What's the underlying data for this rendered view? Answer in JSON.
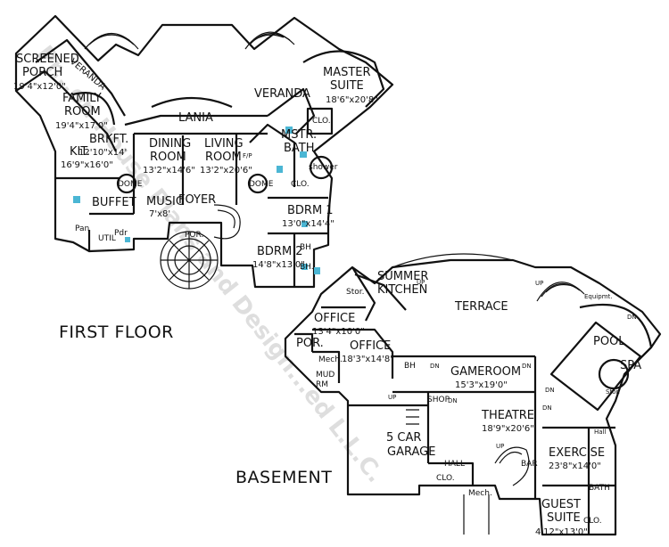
{
  "watermark": "Pr...on House Plans and Design...ed L.L.C.",
  "headings": {
    "first_floor": "FIRST FLOOR",
    "basement": "BASEMENT"
  },
  "first_floor": {
    "screened_porch": {
      "name_line1": "SCREENED",
      "name_line2": "PORCH",
      "dims": "19'4\"x12'0\""
    },
    "veranda_left": "VERANDA",
    "veranda_right": "VERANDA",
    "family_room": {
      "name_line1": "FAMILY",
      "name_line2": "ROOM",
      "dims": "19'4\"x17'0\""
    },
    "lania": "LANIA",
    "master_suite": {
      "name_line1": "MASTER",
      "name_line2": "SUITE",
      "dims": "18'6\"x20'8\""
    },
    "closet_master": "CLO.",
    "brkft": {
      "name": "BRKFT.",
      "dims": "12'10\"x14'"
    },
    "dining_room": {
      "name_line1": "DINING",
      "name_line2": "ROOM",
      "dims": "13'2\"x14'6\""
    },
    "living_room": {
      "name_line1": "LIVING",
      "name_line2": "ROOM",
      "dims": "13'2\"x20'6\""
    },
    "fp": "F/P",
    "mstr_bath": {
      "name_line1": "MSTR.",
      "name_line2": "BATH"
    },
    "shower": "shower",
    "closet_bath": "CLO.",
    "kit": {
      "name": "KIT.",
      "dims": "16'9\"x16'0\""
    },
    "dome_left": "DOME",
    "dome_right": "DOME",
    "music": {
      "name": "MUSIC",
      "dims": "7'x8'"
    },
    "foyer": "FOYER",
    "buffet": "BUFFET",
    "bdrm1": {
      "name": "BDRM 1",
      "dims": "13'0\"x14'4\""
    },
    "pan": "Pan",
    "pdr": "Pdr",
    "util": "UTIL",
    "por": "POR.",
    "bdrm2": {
      "name": "BDRM 2",
      "dims": "14'8\"x13'0\""
    },
    "bh1": "BH",
    "bh2": "BH."
  },
  "basement": {
    "summer_kitchen": {
      "name_line1": "SUMMER",
      "name_line2": "KITCHEN"
    },
    "up_1": "UP",
    "stor": "Stor.",
    "terrace": "TERRACE",
    "up_2": "UP",
    "equip": "Equipmt.",
    "dn_pool": "DN",
    "office1": {
      "name": "OFFICE",
      "dims": "13'4\"x10'0\""
    },
    "por": "POR.",
    "office2": {
      "name": "OFFICE",
      "dims": "18'3\"x14'8\""
    },
    "mech_left": "Mech.",
    "bh": "BH",
    "dn_1": "DN",
    "dn_2": "DN",
    "mud_rm": {
      "name_line1": "MUD",
      "name_line2": "RM"
    },
    "pool": "POOL",
    "spa": "SPA",
    "gameroom": {
      "name": "GAMEROOM",
      "dims": "15'3\"x19'0\""
    },
    "dn_3": "DN",
    "up_3": "UP",
    "shop": "SHOP",
    "dn_4": "DN",
    "dn_5": "DN",
    "stor_right": "Stor.",
    "theatre": {
      "name": "THEATRE",
      "dims": "18'9\"x20'6\""
    },
    "up_4": "UP",
    "hall_right": "Hall",
    "garage": {
      "name_line1": "5 CAR",
      "name_line2": "GARAGE"
    },
    "hall": "HALL",
    "bar": "BAR",
    "exercise": {
      "name": "EXERCISE",
      "dims": "23'8\"x14'0\""
    },
    "clo": "CLO.",
    "bath": "BATH",
    "mech": "Mech.",
    "guest_suite": {
      "name_line1": "GUEST",
      "name_line2": "SUITE",
      "dims": "4'12\"x13'0\""
    },
    "clo_guest": "CLO."
  }
}
